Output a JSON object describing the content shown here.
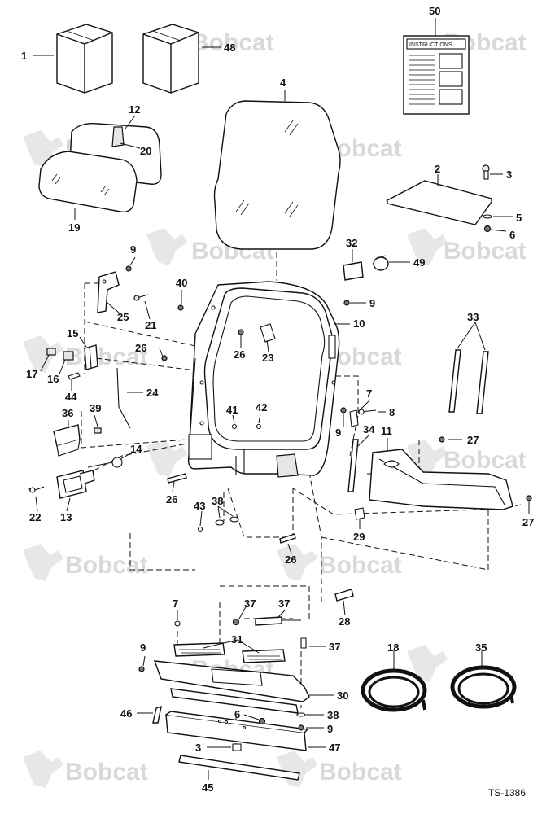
{
  "watermark": {
    "brand": "Bobcat"
  },
  "drawing_number": "TS-1386",
  "instructions_card": {
    "title": "INSTRUCTIONS"
  },
  "callouts": [
    "1",
    "2",
    "3",
    "4",
    "5",
    "6",
    "7",
    "8",
    "9",
    "10",
    "11",
    "12",
    "13",
    "14",
    "15",
    "16",
    "17",
    "18",
    "19",
    "20",
    "21",
    "22",
    "23",
    "24",
    "25",
    "26",
    "27",
    "28",
    "29",
    "30",
    "31",
    "32",
    "33",
    "34",
    "35",
    "36",
    "37",
    "38",
    "39",
    "40",
    "41",
    "42",
    "43",
    "44",
    "45",
    "46",
    "47",
    "48",
    "49",
    "50"
  ]
}
